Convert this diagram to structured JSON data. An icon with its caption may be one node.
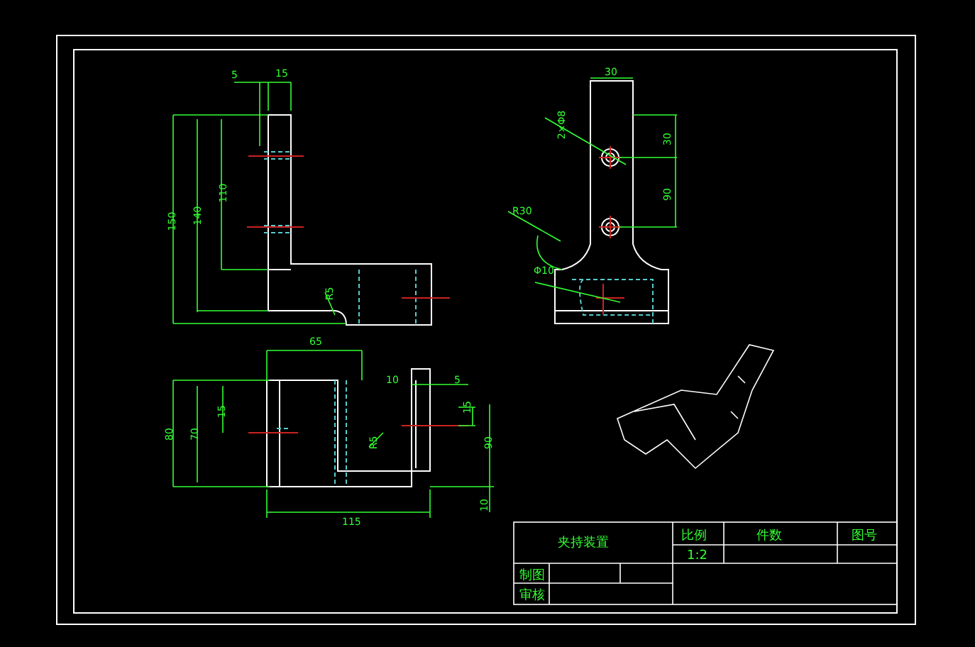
{
  "diagram": {
    "labels": [
      "5",
      "15",
      "150",
      "140",
      "110",
      "R5",
      "30",
      "2×Φ8",
      "30",
      "90",
      "R30",
      "Φ10",
      "65",
      "80",
      "70",
      "15",
      "R5",
      "10",
      "5",
      "15",
      "90",
      "10",
      "115",
      "夹持装置",
      "比例",
      "件数",
      "图号",
      "1:2",
      "制图",
      "审核"
    ]
  }
}
